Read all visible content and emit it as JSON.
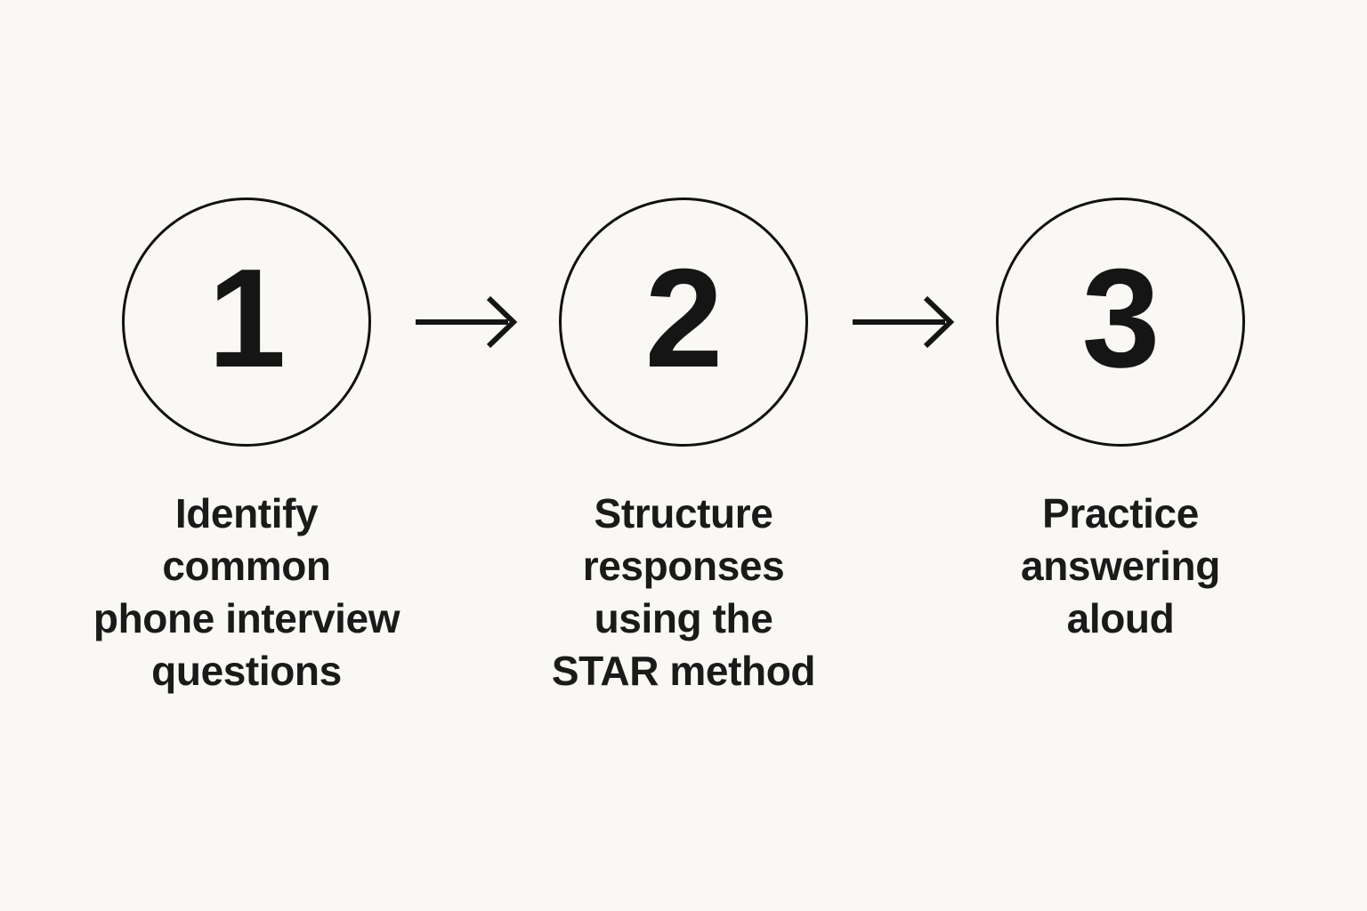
{
  "page": {
    "background_color": "#faf8f4",
    "ink_color": "#151515",
    "type": "three-step-process-diagram"
  },
  "diagram": {
    "steps": [
      {
        "number": "1",
        "label": "Identify\ncommon\nphone interview\nquestions"
      },
      {
        "number": "2",
        "label": "Structure\nresponses\nusing the\nSTAR method"
      },
      {
        "number": "3",
        "label": "Practice\nanswering\naloud"
      }
    ],
    "connectors": [
      {
        "icon": "arrow-right-icon",
        "from": "1",
        "to": "2"
      },
      {
        "icon": "arrow-right-icon",
        "from": "2",
        "to": "3"
      }
    ]
  }
}
